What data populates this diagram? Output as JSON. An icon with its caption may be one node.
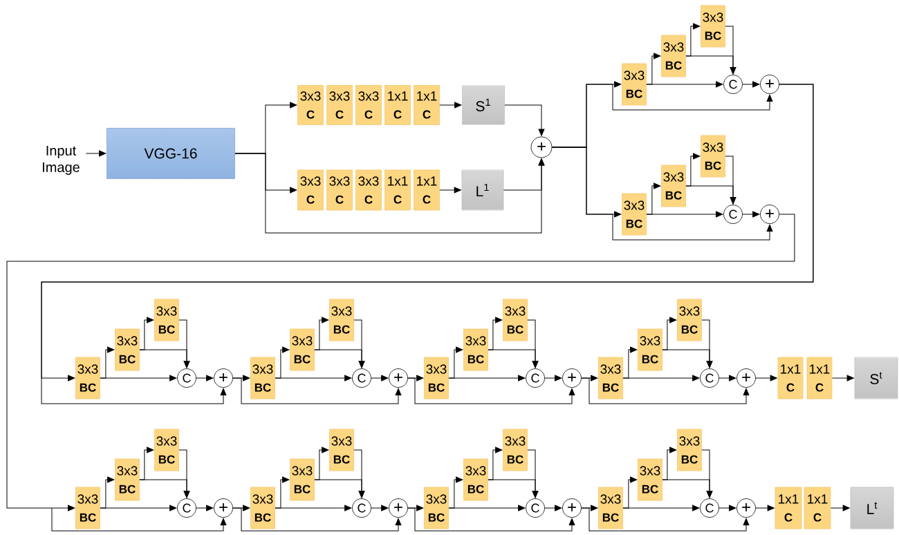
{
  "diagram": {
    "nodes": [
      {
        "text": [
          "Input Image"
        ]
      },
      {
        "text": [
          "VGG-16"
        ]
      },
      {
        "text": [
          "3x3",
          "C"
        ]
      },
      {
        "text": [
          "3x3",
          "C"
        ]
      },
      {
        "text": [
          "3x3",
          "C"
        ]
      },
      {
        "text": [
          "1x1",
          "C"
        ]
      },
      {
        "text": [
          "1x1",
          "C"
        ]
      },
      {
        "text": [
          "S$^{1}$"
        ]
      },
      {
        "text": [
          "3x3",
          "C"
        ]
      },
      {
        "text": [
          "3x3",
          "C"
        ]
      },
      {
        "text": [
          "3x3",
          "C"
        ]
      },
      {
        "text": [
          "1x1",
          "C"
        ]
      },
      {
        "text": [
          "1x1",
          "C"
        ]
      },
      {
        "text": [
          "L$^{1}$"
        ]
      },
      {
        "text": [
          "+"
        ]
      },
      {
        "text": [
          "3x3",
          "BC"
        ]
      },
      {
        "text": [
          "3x3",
          "BC"
        ]
      },
      {
        "text": [
          "3x3",
          "BC"
        ]
      },
      {
        "text": [
          "C"
        ]
      },
      {
        "text": [
          "+"
        ]
      },
      {
        "text": [
          "3x3",
          "BC"
        ]
      },
      {
        "text": [
          "3x3",
          "BC"
        ]
      },
      {
        "text": [
          "3x3",
          "BC"
        ]
      },
      {
        "text": [
          "C"
        ]
      },
      {
        "text": [
          "+"
        ]
      },
      {
        "text": [
          "3x3",
          "BC"
        ]
      },
      {
        "text": [
          "3x3",
          "BC"
        ]
      },
      {
        "text": [
          "3x3",
          "BC"
        ]
      },
      {
        "text": [
          "C"
        ]
      },
      {
        "text": [
          "+"
        ]
      },
      {
        "text": [
          "3x3",
          "BC"
        ]
      },
      {
        "text": [
          "3x3",
          "BC"
        ]
      },
      {
        "text": [
          "3x3",
          "BC"
        ]
      },
      {
        "text": [
          "C"
        ]
      },
      {
        "text": [
          "+"
        ]
      },
      {
        "text": [
          "3x3",
          "BC"
        ]
      },
      {
        "text": [
          "3x3",
          "BC"
        ]
      },
      {
        "text": [
          "3x3",
          "BC"
        ]
      },
      {
        "text": [
          "C"
        ]
      },
      {
        "text": [
          "+"
        ]
      },
      {
        "text": [
          "3x3",
          "BC"
        ]
      },
      {
        "text": [
          "3x3",
          "BC"
        ]
      },
      {
        "text": [
          "3x3",
          "BC"
        ]
      },
      {
        "text": [
          "C"
        ]
      },
      {
        "text": [
          "+"
        ]
      },
      {
        "text": [
          "1x1",
          "C"
        ]
      },
      {
        "text": [
          "1x1",
          "C"
        ]
      },
      {
        "text": [
          "S$^{t}$"
        ]
      },
      {
        "text": [
          "3x3",
          "BC"
        ]
      },
      {
        "text": [
          "3x3",
          "BC"
        ]
      },
      {
        "text": [
          "3x3",
          "BC"
        ]
      },
      {
        "text": [
          "C"
        ]
      },
      {
        "text": [
          "+"
        ]
      },
      {
        "text": [
          "3x3",
          "BC"
        ]
      },
      {
        "text": [
          "3x3",
          "BC"
        ]
      },
      {
        "text": [
          "3x3",
          "BC"
        ]
      },
      {
        "text": [
          "C"
        ]
      },
      {
        "text": [
          "+"
        ]
      },
      {
        "text": [
          "3x3",
          "BC"
        ]
      },
      {
        "text": [
          "3x3",
          "BC"
        ]
      },
      {
        "text": [
          "3x3",
          "BC"
        ]
      },
      {
        "text": [
          "C"
        ]
      },
      {
        "text": [
          "+"
        ]
      },
      {
        "text": [
          "3x3",
          "BC"
        ]
      },
      {
        "text": [
          "3x3",
          "BC"
        ]
      },
      {
        "text": [
          "3x3",
          "BC"
        ]
      },
      {
        "text": [
          "C"
        ]
      },
      {
        "text": [
          "+"
        ]
      },
      {
        "text": [
          "1x1",
          "C"
        ]
      },
      {
        "text": [
          "1x1",
          "C"
        ]
      },
      {
        "text": [
          "L$^{t}$"
        ]
      }
    ],
    "edges": [
      {
        "from": 0,
        "to": 1,
        "arrow": "to"
      },
      {
        "from": 1,
        "to": 2,
        "arrow": "to"
      },
      {
        "from": 1,
        "to": 8,
        "arrow": "to"
      },
      {
        "from": 1,
        "to": 14,
        "arrow": "to"
      },
      {
        "from": 6,
        "to": 7,
        "arrow": "to"
      },
      {
        "from": 12,
        "to": 13,
        "arrow": "to"
      },
      {
        "from": 7,
        "to": 14,
        "arrow": "to"
      },
      {
        "from": 13,
        "to": 14,
        "arrow": "to"
      },
      {
        "from": 14,
        "to": 15,
        "arrow": "to"
      },
      {
        "from": 15,
        "to": 16,
        "arrow": "to"
      },
      {
        "from": 16,
        "to": 17,
        "arrow": "to"
      },
      {
        "from": 17,
        "to": 18,
        "arrow": "to"
      },
      {
        "from": 16,
        "to": 18,
        "arrow": "to"
      },
      {
        "from": 15,
        "to": 18,
        "arrow": "to"
      },
      {
        "from": 18,
        "to": 19,
        "arrow": "to"
      },
      {
        "from": 14,
        "to": 19,
        "arrow": "to"
      },
      {
        "from": 14,
        "to": 20,
        "arrow": "to"
      },
      {
        "from": 20,
        "to": 21,
        "arrow": "to"
      },
      {
        "from": 21,
        "to": 22,
        "arrow": "to"
      },
      {
        "from": 22,
        "to": 23,
        "arrow": "to"
      },
      {
        "from": 21,
        "to": 23,
        "arrow": "to"
      },
      {
        "from": 20,
        "to": 23,
        "arrow": "to"
      },
      {
        "from": 23,
        "to": 24,
        "arrow": "to"
      },
      {
        "from": 14,
        "to": 24,
        "arrow": "to"
      },
      {
        "from": 19,
        "to": 25,
        "arrow": "to"
      },
      {
        "from": 25,
        "to": 26,
        "arrow": "to"
      },
      {
        "from": 26,
        "to": 27,
        "arrow": "to"
      },
      {
        "from": 27,
        "to": 28,
        "arrow": "to"
      },
      {
        "from": 26,
        "to": 28,
        "arrow": "to"
      },
      {
        "from": 25,
        "to": 28,
        "arrow": "to"
      },
      {
        "from": 28,
        "to": 29,
        "arrow": "to"
      },
      {
        "from": 19,
        "to": 29,
        "arrow": "to"
      },
      {
        "from": 29,
        "to": 30,
        "arrow": "to"
      },
      {
        "from": 30,
        "to": 31,
        "arrow": "to"
      },
      {
        "from": 31,
        "to": 32,
        "arrow": "to"
      },
      {
        "from": 32,
        "to": 33,
        "arrow": "to"
      },
      {
        "from": 31,
        "to": 33,
        "arrow": "to"
      },
      {
        "from": 30,
        "to": 33,
        "arrow": "to"
      },
      {
        "from": 33,
        "to": 34,
        "arrow": "to"
      },
      {
        "from": 29,
        "to": 34,
        "arrow": "to"
      },
      {
        "from": 34,
        "to": 35,
        "arrow": "to"
      },
      {
        "from": 35,
        "to": 36,
        "arrow": "to"
      },
      {
        "from": 36,
        "to": 37,
        "arrow": "to"
      },
      {
        "from": 37,
        "to": 38,
        "arrow": "to"
      },
      {
        "from": 36,
        "to": 38,
        "arrow": "to"
      },
      {
        "from": 35,
        "to": 38,
        "arrow": "to"
      },
      {
        "from": 38,
        "to": 39,
        "arrow": "to"
      },
      {
        "from": 34,
        "to": 39,
        "arrow": "to"
      },
      {
        "from": 39,
        "to": 40,
        "arrow": "to"
      },
      {
        "from": 40,
        "to": 41,
        "arrow": "to"
      },
      {
        "from": 41,
        "to": 42,
        "arrow": "to"
      },
      {
        "from": 42,
        "to": 43,
        "arrow": "to"
      },
      {
        "from": 41,
        "to": 43,
        "arrow": "to"
      },
      {
        "from": 40,
        "to": 43,
        "arrow": "to"
      },
      {
        "from": 43,
        "to": 44,
        "arrow": "to"
      },
      {
        "from": 39,
        "to": 44,
        "arrow": "to"
      },
      {
        "from": 44,
        "to": 45,
        "arrow": "to"
      },
      {
        "from": 46,
        "to": 47,
        "arrow": "to"
      },
      {
        "from": 24,
        "to": 48,
        "arrow": "to"
      },
      {
        "from": 48,
        "to": 49,
        "arrow": "to"
      },
      {
        "from": 49,
        "to": 50,
        "arrow": "to"
      },
      {
        "from": 50,
        "to": 51,
        "arrow": "to"
      },
      {
        "from": 49,
        "to": 51,
        "arrow": "to"
      },
      {
        "from": 48,
        "to": 51,
        "arrow": "to"
      },
      {
        "from": 51,
        "to": 52,
        "arrow": "to"
      },
      {
        "from": 24,
        "to": 52,
        "arrow": "to"
      },
      {
        "from": 52,
        "to": 53,
        "arrow": "to"
      },
      {
        "from": 53,
        "to": 54,
        "arrow": "to"
      },
      {
        "from": 54,
        "to": 55,
        "arrow": "to"
      },
      {
        "from": 55,
        "to": 56,
        "arrow": "to"
      },
      {
        "from": 54,
        "to": 56,
        "arrow": "to"
      },
      {
        "from": 53,
        "to": 56,
        "arrow": "to"
      },
      {
        "from": 56,
        "to": 57,
        "arrow": "to"
      },
      {
        "from": 52,
        "to": 57,
        "arrow": "to"
      },
      {
        "from": 57,
        "to": 58,
        "arrow": "to"
      },
      {
        "from": 58,
        "to": 59,
        "arrow": "to"
      },
      {
        "from": 59,
        "to": 60,
        "arrow": "to"
      },
      {
        "from": 60,
        "to": 61,
        "arrow": "to"
      },
      {
        "from": 59,
        "to": 61,
        "arrow": "to"
      },
      {
        "from": 58,
        "to": 61,
        "arrow": "to"
      },
      {
        "from": 61,
        "to": 62,
        "arrow": "to"
      },
      {
        "from": 57,
        "to": 62,
        "arrow": "to"
      },
      {
        "from": 62,
        "to": 63,
        "arrow": "to"
      },
      {
        "from": 63,
        "to": 64,
        "arrow": "to"
      },
      {
        "from": 64,
        "to": 65,
        "arrow": "to"
      },
      {
        "from": 65,
        "to": 66,
        "arrow": "to"
      },
      {
        "from": 64,
        "to": 66,
        "arrow": "to"
      },
      {
        "from": 63,
        "to": 66,
        "arrow": "to"
      },
      {
        "from": 66,
        "to": 67,
        "arrow": "to"
      },
      {
        "from": 62,
        "to": 67,
        "arrow": "to"
      },
      {
        "from": 67,
        "to": 68,
        "arrow": "to"
      },
      {
        "from": 69,
        "to": 70,
        "arrow": "to"
      }
    ]
  }
}
